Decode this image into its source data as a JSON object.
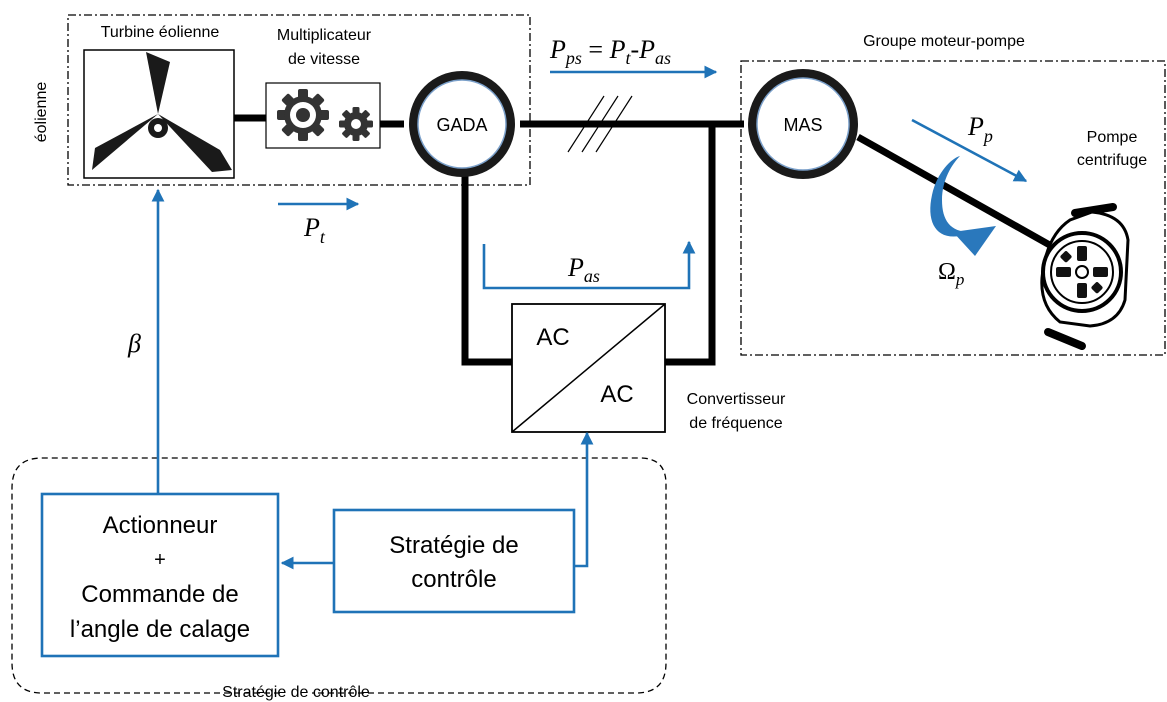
{
  "labels": {
    "turbine": "Turbine éolienne",
    "eolienne": "éolienne",
    "multiplier_l1": "Multiplicateur",
    "multiplier_l2": "de vitesse",
    "gada": "GADA",
    "mas": "MAS",
    "groupe": "Groupe moteur-pompe",
    "pompe_l1": "Pompe",
    "pompe_l2": "centrifuge",
    "ac_top": "AC",
    "ac_bottom": "AC",
    "conv_l1": "Convertisseur",
    "conv_l2": "de fréquence",
    "actionneur_l1": "Actionneur",
    "actionneur_l2": "+",
    "actionneur_l3": "Commande de",
    "actionneur_l4": "l’angle de calage",
    "strategie_l1": "Stratégie de",
    "strategie_l2": "contrôle",
    "control_region": "Stratégie de contrôle"
  },
  "symbols": {
    "p": "P",
    "sub_ps": "ps",
    "sub_t": "t",
    "sub_as": "as",
    "sub_p": "p",
    "eq": " = ",
    "dash": "-",
    "beta": "β",
    "omega": "Ω"
  },
  "colors": {
    "accent": "#1f73b7",
    "line": "#000000",
    "omega_arrow": "#2a78bc"
  },
  "icons": {
    "turbine": "wind-turbine-icon",
    "gearbox": "gear-icon",
    "pump": "centrifugal-pump-icon",
    "rotation": "rotation-arrow-icon"
  }
}
